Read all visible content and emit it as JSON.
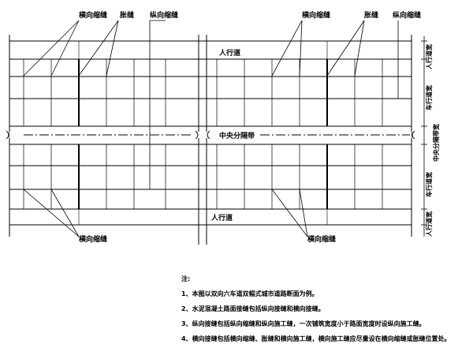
{
  "labels": {
    "transverse_joint": "横向缩缝",
    "expansion_joint": "胀缝",
    "longitudinal_joint": "纵向缩缝",
    "sidewalk": "人行道",
    "median": "中央分隔带"
  },
  "vertical_labels": {
    "sidewalk_width": "人行道宽",
    "lane_width": "车行道宽",
    "median_width": "中央分隔带宽"
  },
  "notes": {
    "title": "注:",
    "items": [
      "1、本图以双向六车道双幅式城市道路断面为例。",
      "2、水泥混凝土路面接缝包括纵向接缝和横向接缝。",
      "3、纵向接缝包括纵向缩缝和纵向施工缝，一次铺筑宽度小于路面宽度时设纵向施工缝。",
      "4、横向接缝包括横向缩缝、胀缝和横向施工缝，横向施工缝应尽量设在横向缩缝或胀缝位置处。"
    ]
  }
}
